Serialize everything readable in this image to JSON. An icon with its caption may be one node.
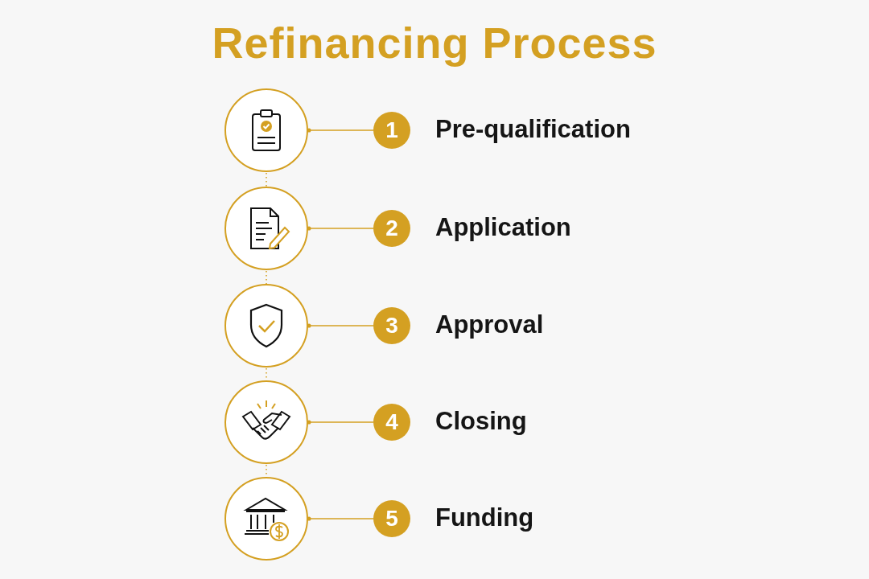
{
  "diagram": {
    "title": "Refinancing Process",
    "nodes": [
      {
        "text": [],
        "shape": "circle"
      },
      {
        "text": [
          "1"
        ],
        "beside": [
          "Pre-qualification"
        ]
      },
      {
        "text": [],
        "shape": "circle"
      },
      {
        "text": [
          "2"
        ],
        "beside": [
          "Application"
        ]
      },
      {
        "text": [],
        "shape": "circle"
      },
      {
        "text": [
          "3"
        ],
        "beside": [
          "Approval"
        ]
      },
      {
        "text": [],
        "shape": "circle"
      },
      {
        "text": [
          "4"
        ],
        "beside": [
          "Closing"
        ]
      },
      {
        "text": [],
        "shape": "circle"
      },
      {
        "text": [
          "5"
        ],
        "beside": [
          "Funding"
        ]
      }
    ],
    "edges": [
      {
        "from": 0,
        "to": 1,
        "arrow": "other"
      },
      {
        "from": 2,
        "to": 3,
        "arrow": "other"
      },
      {
        "from": 4,
        "to": 5,
        "arrow": "other"
      },
      {
        "from": 6,
        "to": 7,
        "arrow": "other"
      },
      {
        "from": 8,
        "to": 9,
        "arrow": "other"
      },
      {
        "from": 0,
        "to": 2,
        "arrow": "none",
        "style": "dashed"
      },
      {
        "from": 2,
        "to": 4,
        "arrow": "none",
        "style": "dashed"
      },
      {
        "from": 4,
        "to": 6,
        "arrow": "none",
        "style": "dashed"
      },
      {
        "from": 6,
        "to": 8,
        "arrow": "none",
        "style": "dashed"
      }
    ]
  }
}
